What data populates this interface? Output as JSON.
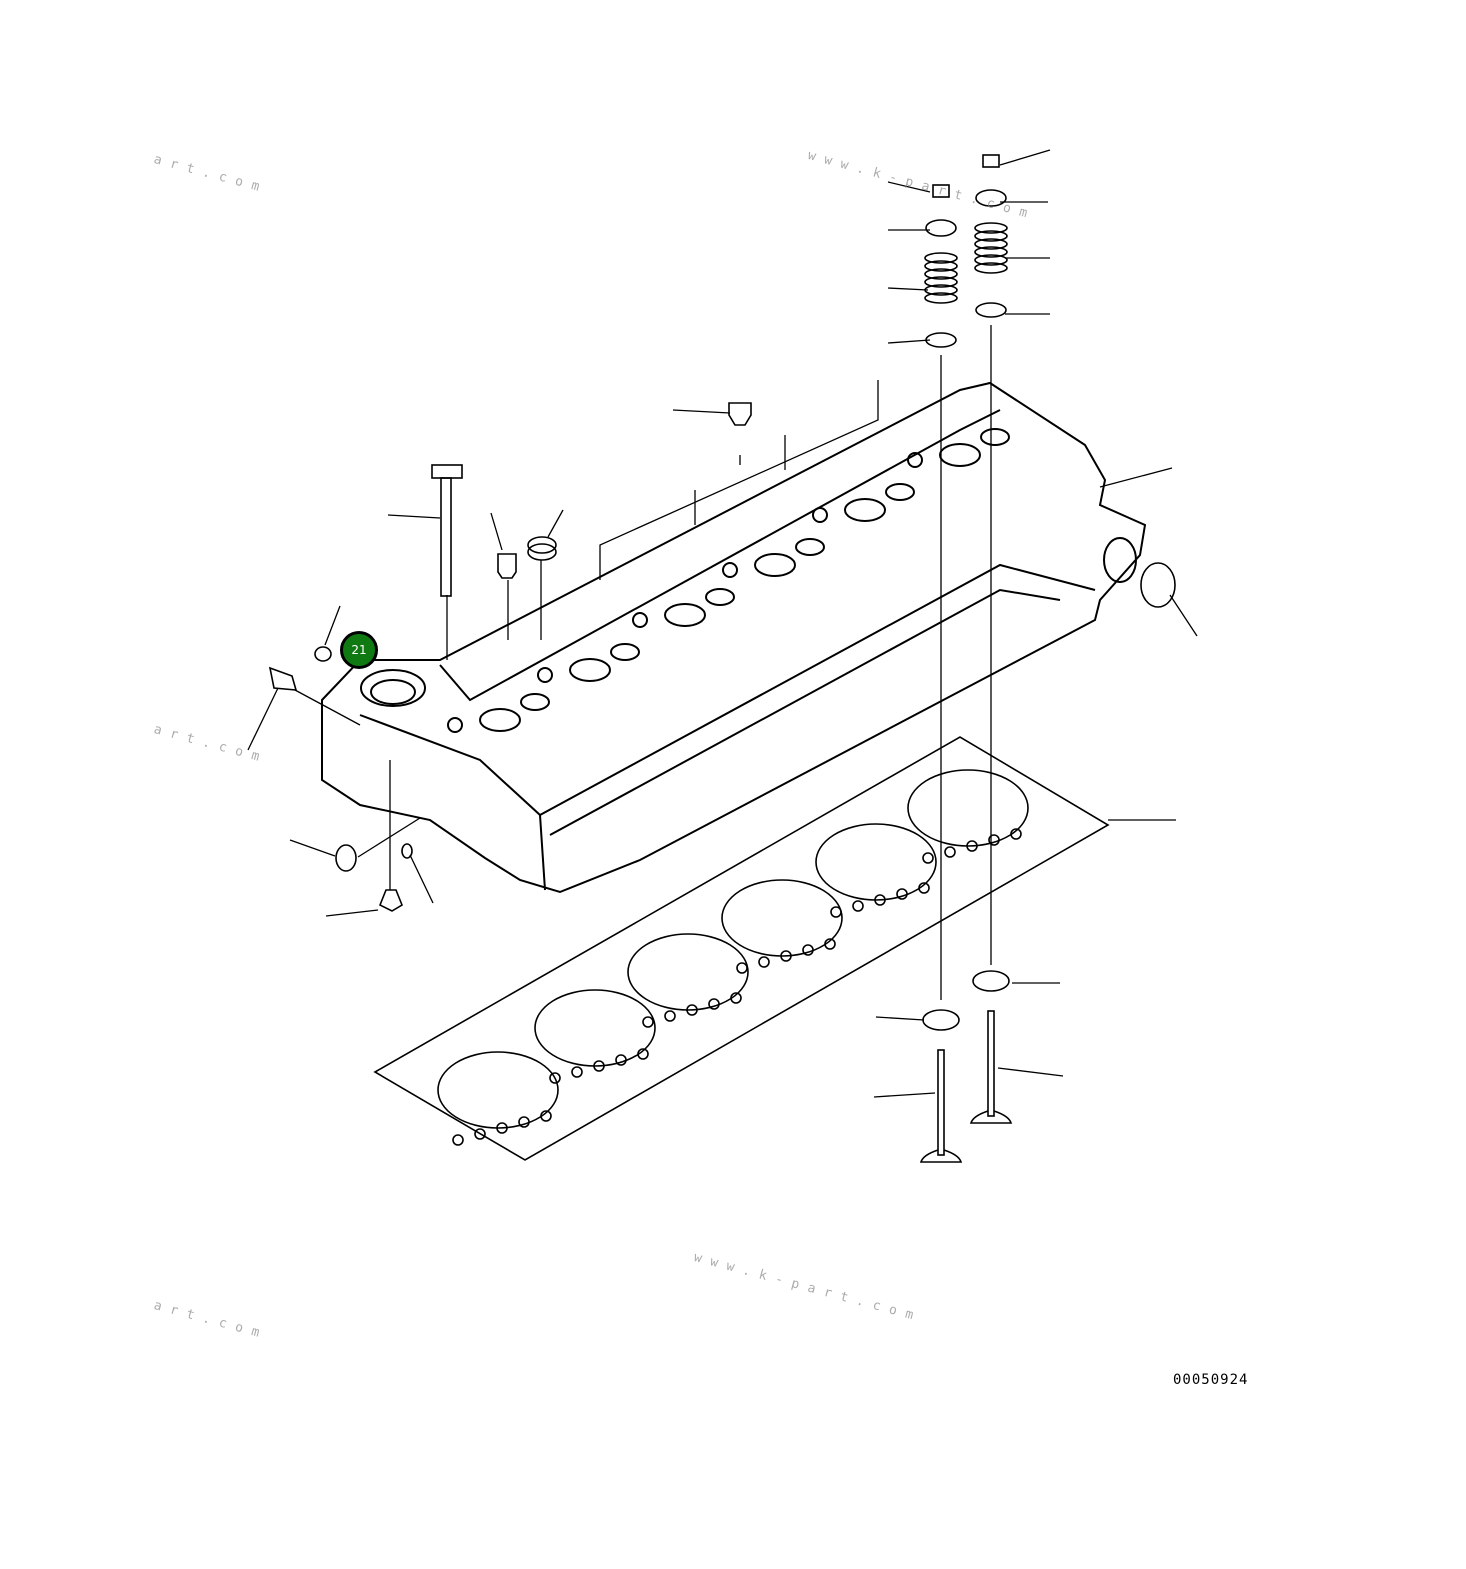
{
  "diagram": {
    "callout": {
      "number": "21",
      "color": "#0f7a12"
    },
    "figure_code": "00050924",
    "watermark": "www.k-part.com",
    "watermark_fragment": "art.com"
  }
}
